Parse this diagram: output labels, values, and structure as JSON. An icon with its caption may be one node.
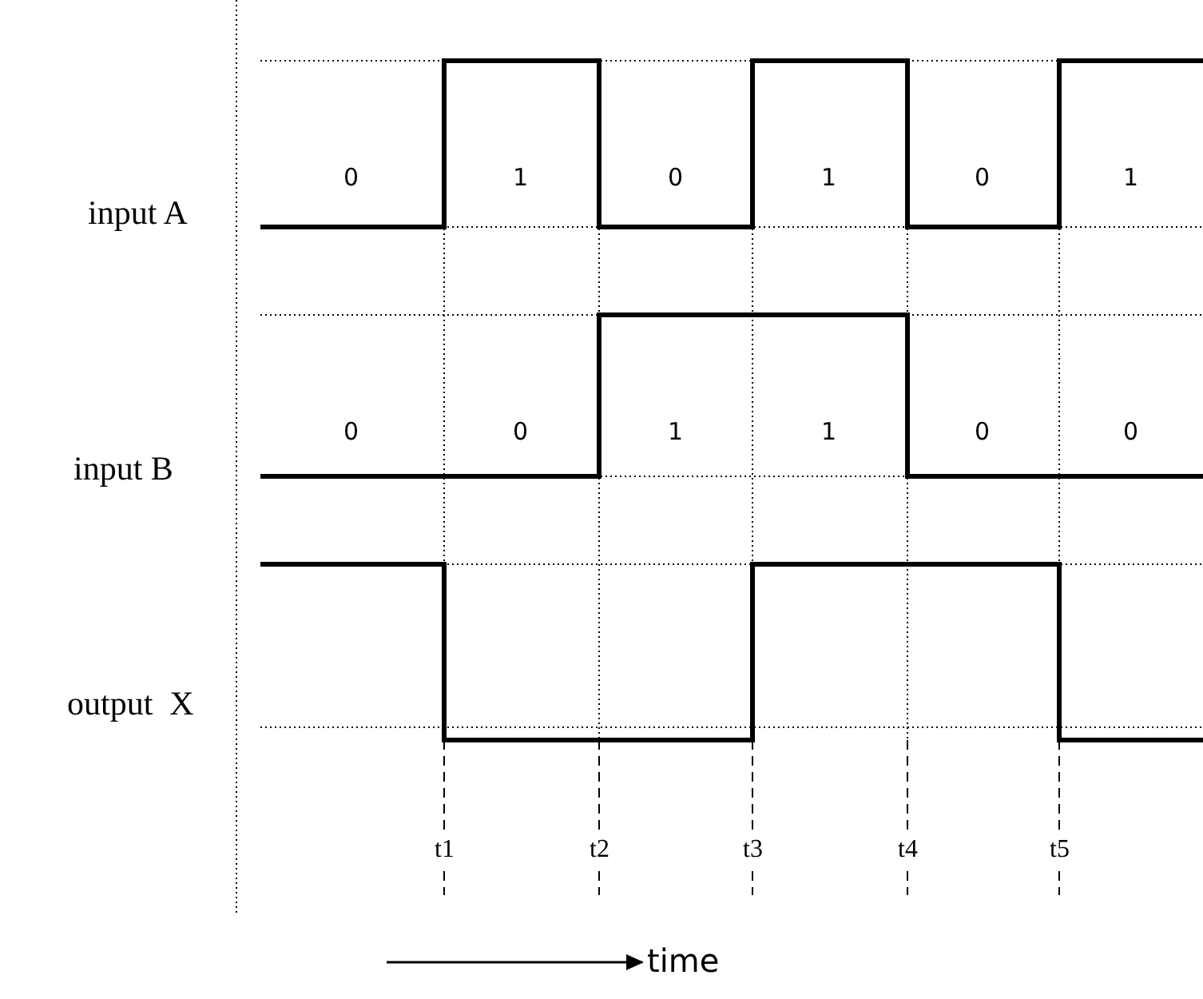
{
  "diagram": {
    "labels": [
      "input A",
      "0",
      "1",
      "0",
      "1",
      "0",
      "1",
      "input B",
      "0",
      "0",
      "1",
      "1",
      "0",
      "0",
      "output  X",
      "t1",
      "t2",
      "t3",
      "t4",
      "t5",
      "time"
    ]
  }
}
